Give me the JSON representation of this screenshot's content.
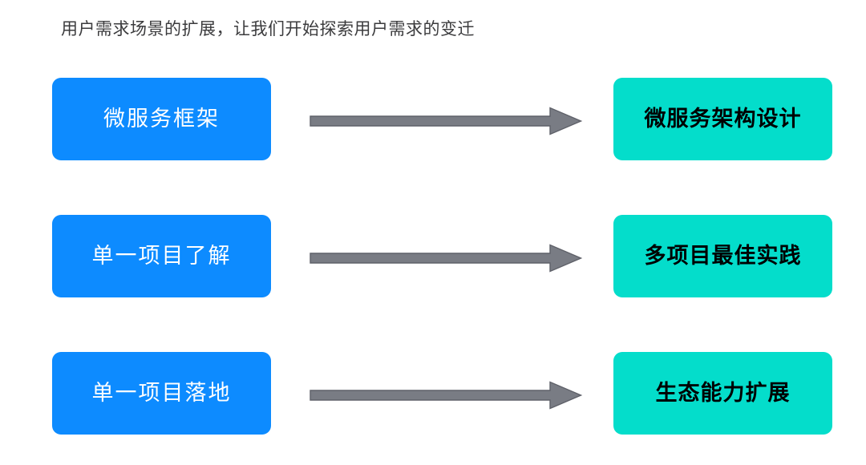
{
  "slide": {
    "title": "用户需求场景的扩展，让我们开始探索用户需求的变迁",
    "background_color": "#ffffff"
  },
  "colors": {
    "source_fill": "#0d8bff",
    "source_text": "#ffffff",
    "target_fill": "#04ddcb",
    "target_text": "#000000",
    "arrow_fill": "#797c84",
    "arrow_stroke": "#5f6169",
    "title_text": "#3b3b3d"
  },
  "rows": [
    {
      "source_label": "微服务框架",
      "arrow_icon": "right-arrow-icon",
      "target_label": "微服务架构设计"
    },
    {
      "source_label": "单一项目了解",
      "arrow_icon": "right-arrow-icon",
      "target_label": "多项目最佳实践"
    },
    {
      "source_label": "单一项目落地",
      "arrow_icon": "right-arrow-icon",
      "target_label": "生态能力扩展"
    }
  ]
}
